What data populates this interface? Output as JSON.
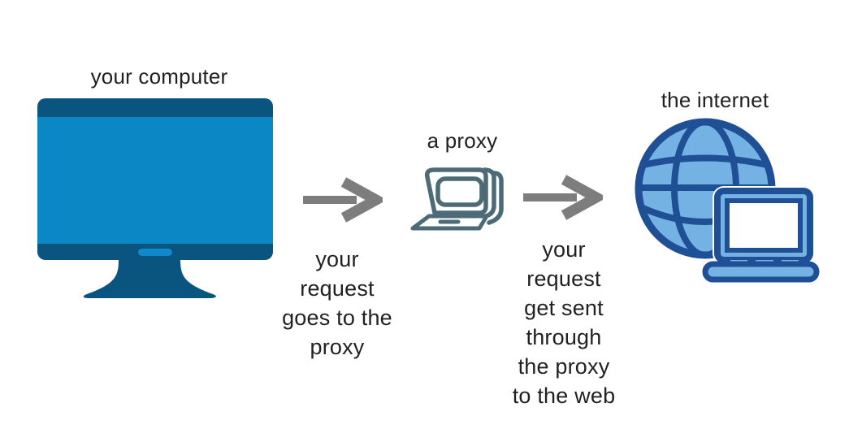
{
  "colors": {
    "background": "#ffffff",
    "text-color": "#212121",
    "monitor-dark": "#0a5580",
    "monitor-screen": "#0c87c6",
    "monitor-button": "#1089ca",
    "proxy-stroke": "#4d6b77",
    "arrow-gray": "#7d7d7d",
    "globe-fill": "#75b2e4",
    "globe-stroke": "#1f4f94"
  },
  "diagram": {
    "computer": {
      "label": "your computer"
    },
    "proxy": {
      "label": "a proxy"
    },
    "internet": {
      "label": "the internet"
    },
    "captions": {
      "to_proxy": "your\nrequest\ngoes to the\nproxy",
      "through_proxy": "your\nrequest\nget sent\nthrough\nthe proxy\nto the web"
    }
  }
}
